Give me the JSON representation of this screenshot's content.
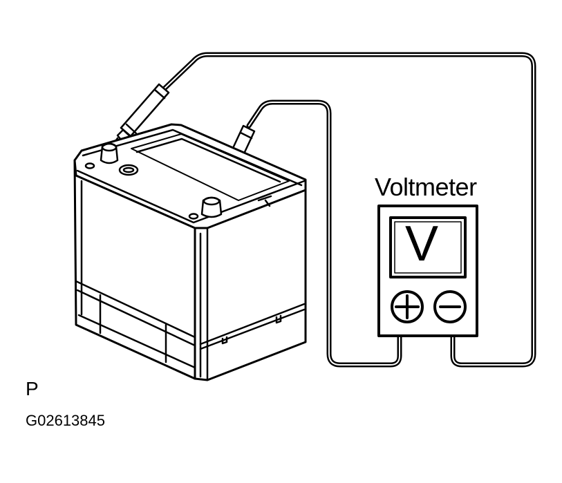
{
  "diagram": {
    "meter_label": "Voltmeter",
    "meter_display_symbol": "V",
    "terminal_plus": "+",
    "terminal_minus": "−",
    "figure_marker": "P",
    "figure_code": "G02613845"
  },
  "colors": {
    "ink": "#000000",
    "paper": "#ffffff"
  }
}
